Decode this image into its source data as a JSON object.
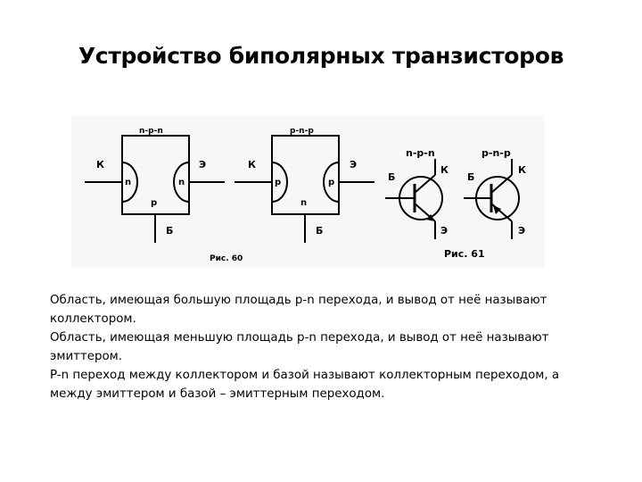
{
  "slide": {
    "title": "Устройство биполярных транзисторов"
  },
  "figure": {
    "npn_struct": {
      "top_label": "n-p-n",
      "left_region": "n",
      "right_region": "n",
      "base_region": "p",
      "collector": "К",
      "emitter": "Э",
      "base": "Б"
    },
    "pnp_struct": {
      "top_label": "p-n-p",
      "left_region": "p",
      "right_region": "p",
      "base_region": "n",
      "collector": "К",
      "emitter": "Э",
      "base": "Б"
    },
    "caption_60": "Рис. 60",
    "npn_symbol": {
      "label": "n-p-n",
      "base": "Б",
      "collector": "К",
      "emitter": "Э"
    },
    "pnp_symbol": {
      "label": "p-n-p",
      "base": "Б",
      "collector": "К",
      "emitter": "Э"
    },
    "caption_61": "Рис. 61"
  },
  "text": {
    "p1": "Область, имеющая большую  площадь p-n перехода, и вывод от неё называют коллектором.",
    "p2": " Область, имеющая меньшую площадь p-n перехода, и вывод от неё называют эмиттером.",
    "p3": " P-n переход между коллектором и базой называют коллекторным переходом, а между эмиттером и базой – эмиттерным переходом."
  }
}
